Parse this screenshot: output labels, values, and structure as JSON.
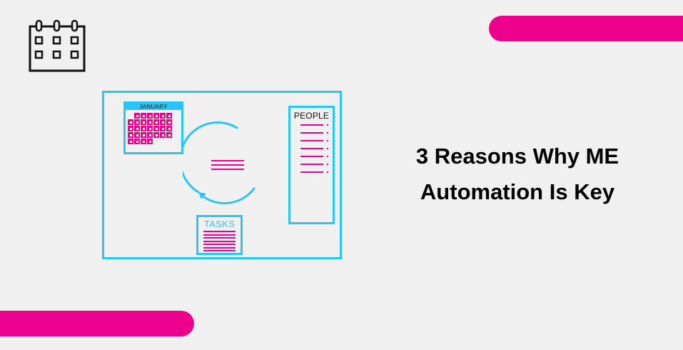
{
  "decor": {
    "accent_pink": "#ec008c",
    "accent_blue": "#29c5f6",
    "background": "#f0f0f0",
    "top_bar": "pink-bar",
    "bottom_bar": "pink-bar",
    "corner_icon": "calendar-icon"
  },
  "illustration": {
    "calendar_card": {
      "month": "JANUARY",
      "rows": [
        6,
        7,
        7,
        7,
        4
      ]
    },
    "people_card": {
      "label": "PEOPLE",
      "entries": 7
    },
    "center": {
      "icon": "cycle-arrow-icon",
      "lines": 3
    },
    "tasks_card": {
      "label": "TASKS",
      "lines": 7
    }
  },
  "headline": {
    "line1": "3 Reasons Why ME",
    "line2": "Automation Is Key"
  }
}
